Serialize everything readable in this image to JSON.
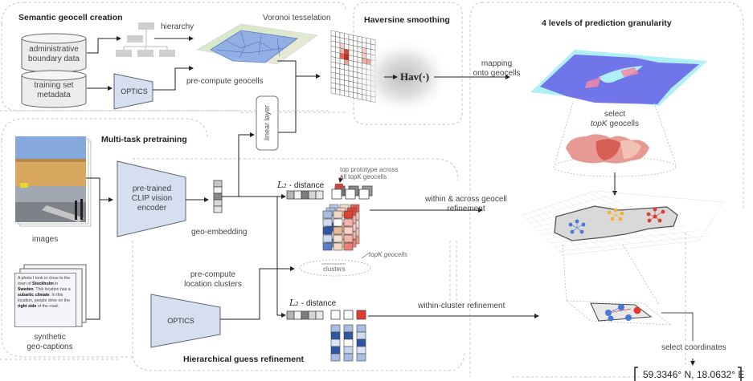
{
  "sections": {
    "semantic_geocell": "Semantic geocell creation",
    "haversine": "Haversine smoothing",
    "granularity": "4 levels of prediction granularity",
    "pretraining": "Multi-task pretraining",
    "hierarchical": "Hierarchical guess refinement"
  },
  "nodes": {
    "admin_line1": "administrative",
    "admin_line2": "boundary data",
    "train_line1": "training set",
    "train_line2": "metadata",
    "optics_top": "OPTICS",
    "optics_bottom": "OPTICS",
    "clip_line1": "pre-trained",
    "clip_line2": "CLIP vision",
    "clip_line3": "encoder",
    "linear_layer": "linear layer",
    "hav": "Hav(·)"
  },
  "labels": {
    "hierarchy": "hierarchy",
    "voronoi": "Voronoi tesselation",
    "precompute_geocells": "pre-compute geocells",
    "mapping_line1": "mapping",
    "mapping_line2": "onto geocells",
    "select_line1": "select",
    "select_line2_italic": "topK",
    "select_line2_rest": " geocells",
    "images": "images",
    "synthetic_line1": "synthetic",
    "synthetic_line2": "geo-captions",
    "geo_embedding": "geo-embedding",
    "l2_distance_top": "- distance",
    "l2_distance_bottom": "- distance",
    "l2_symbol": "L₂",
    "top_prototype_line1": "top prototype across",
    "top_prototype_line2": "all topK geocells",
    "topk_geocells": "topK geocells",
    "clusters": "clusters",
    "precompute_clusters_line1": "pre-compute",
    "precompute_clusters_line2": "location clusters",
    "within_across_line1": "within & across geocell",
    "within_across_line2": "refinement",
    "within_cluster": "within-cluster refinement",
    "select_coordinates": "select coordinates",
    "coordinates": "59.3346° N, 18.0632° E"
  },
  "caption_text": {
    "p1": "A photo I took in close to the town of ",
    "b1": "Stockholm",
    "p2": " in ",
    "b2": "Sweden",
    "p3": ". This location has a ",
    "b3": "subartic climate",
    "p4": ". In this location, people drive on the ",
    "b4": "right side",
    "p5": " of the road."
  },
  "colors": {
    "encoder_fill": "#d6dff0",
    "encoder_stroke": "#5a6478",
    "heat_red": "#e0402f",
    "blue_dark": "#2e57a3",
    "blue_light": "#a9bde3",
    "cluster_blue": "#4a78d8",
    "cluster_orange": "#f2b233",
    "cluster_red": "#e23b2e",
    "map_blue": "#6a6ae8",
    "map_water": "#aef0f6"
  }
}
